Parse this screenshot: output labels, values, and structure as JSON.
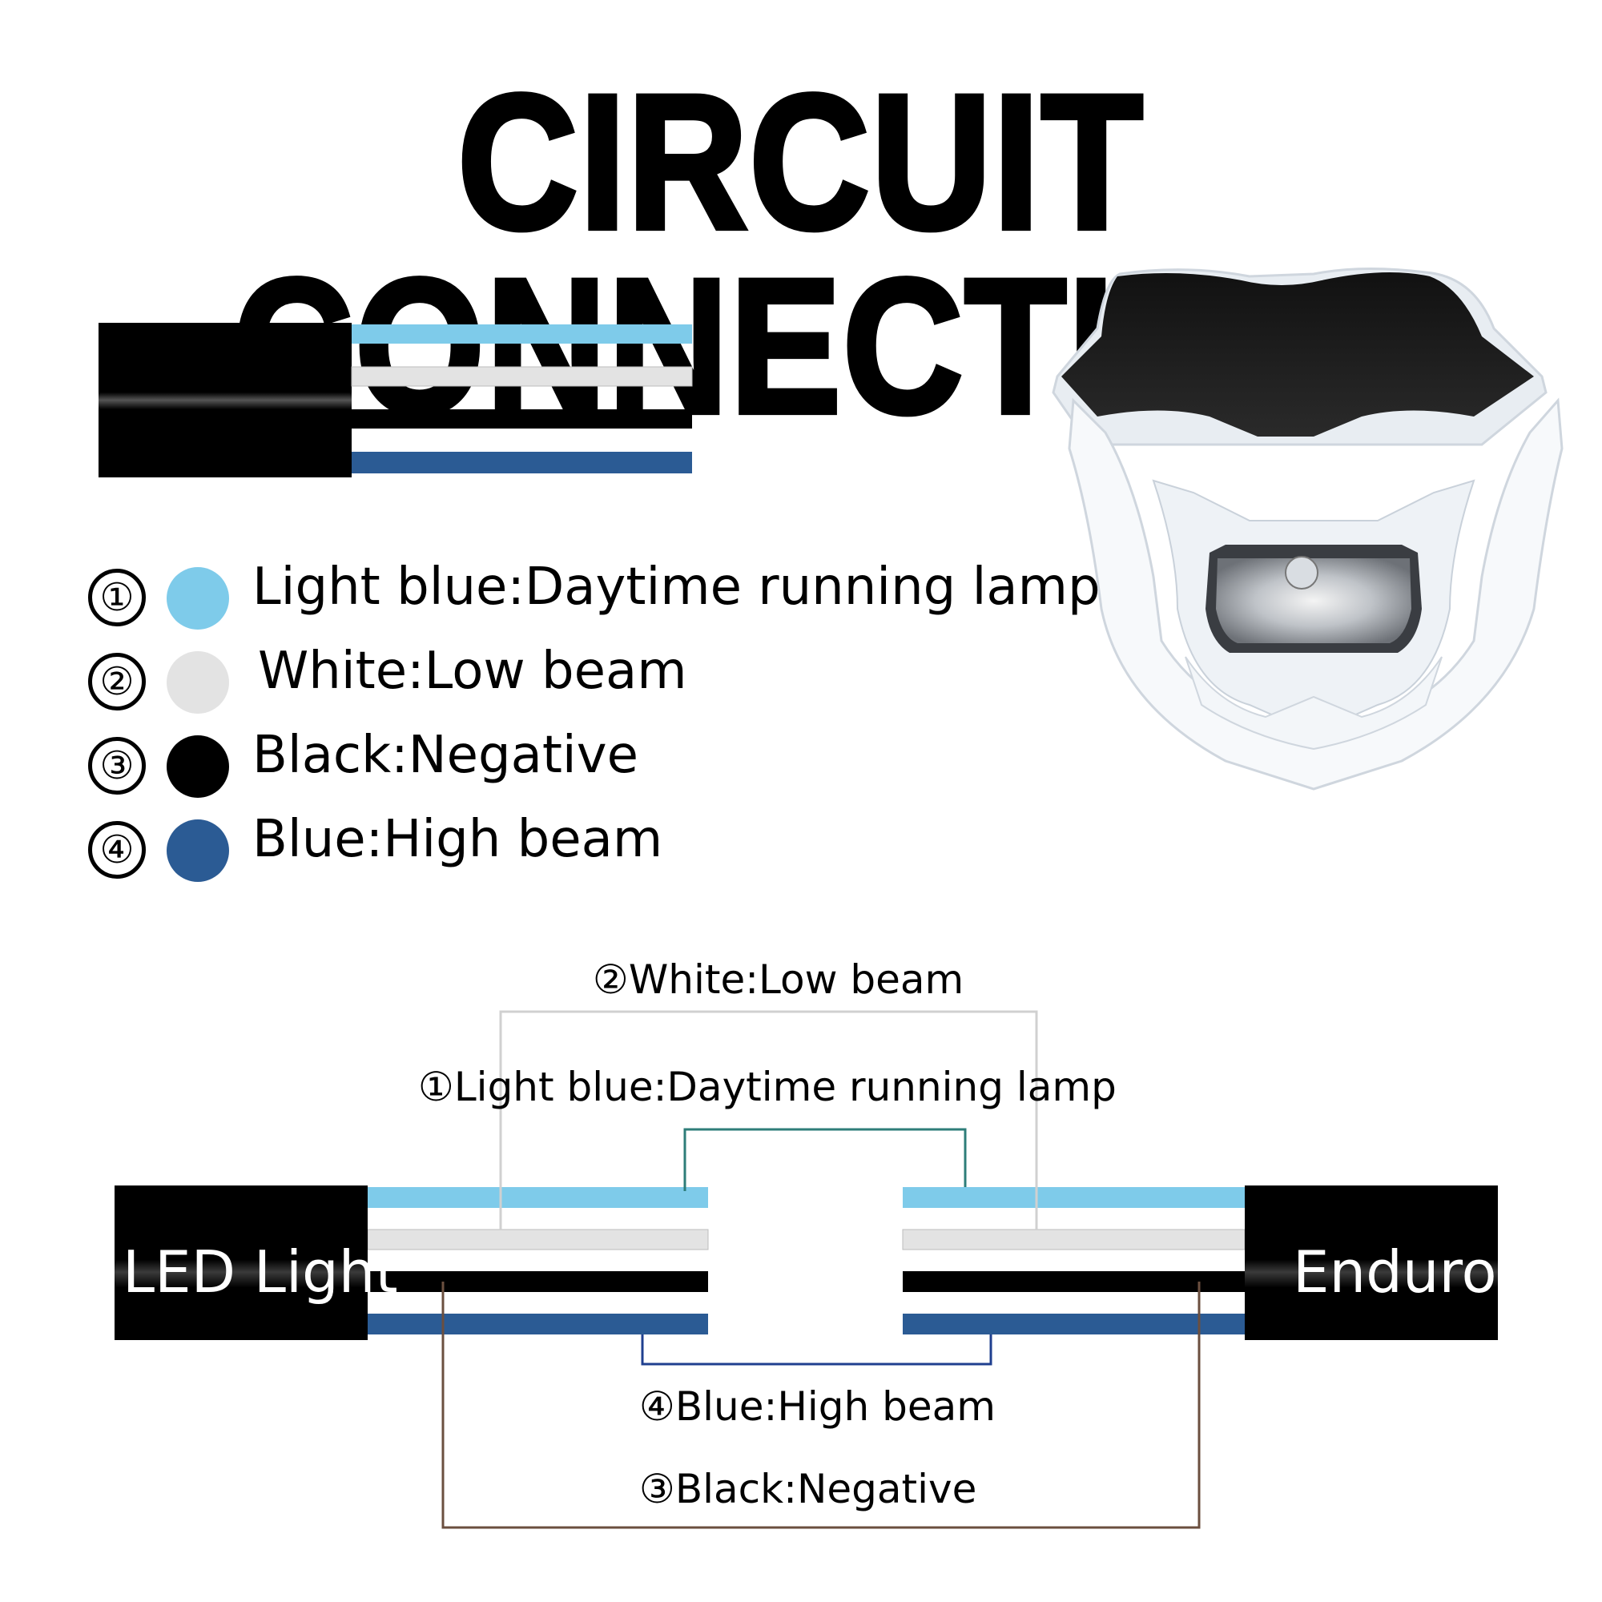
{
  "title": "CIRCUIT CONNECTION",
  "colors": {
    "light_blue": "#7ecbea",
    "white": "#e3e3e3",
    "black": "#000000",
    "blue": "#2b5b94",
    "teal_line": "#2e7d79",
    "navy_line": "#1f3f8f",
    "brown_line": "#6b4f3f",
    "gray_line": "#d0d0d0"
  },
  "legend": [
    {
      "number": "①",
      "color_name": "light_blue",
      "text": "Light blue:Daytime running lamp"
    },
    {
      "number": "②",
      "color_name": "white",
      "text": "White:Low beam"
    },
    {
      "number": "③",
      "color_name": "black",
      "text": "Black:Negative"
    },
    {
      "number": "④",
      "color_name": "blue",
      "text": "Blue:High beam"
    }
  ],
  "diagram": {
    "left_box": "LED Light",
    "right_box": "Enduro",
    "labels": {
      "white": "②White:Low beam",
      "light_blue": "①Light blue:Daytime running lamp",
      "blue": "④Blue:High beam",
      "black": "③Black:Negative"
    }
  }
}
